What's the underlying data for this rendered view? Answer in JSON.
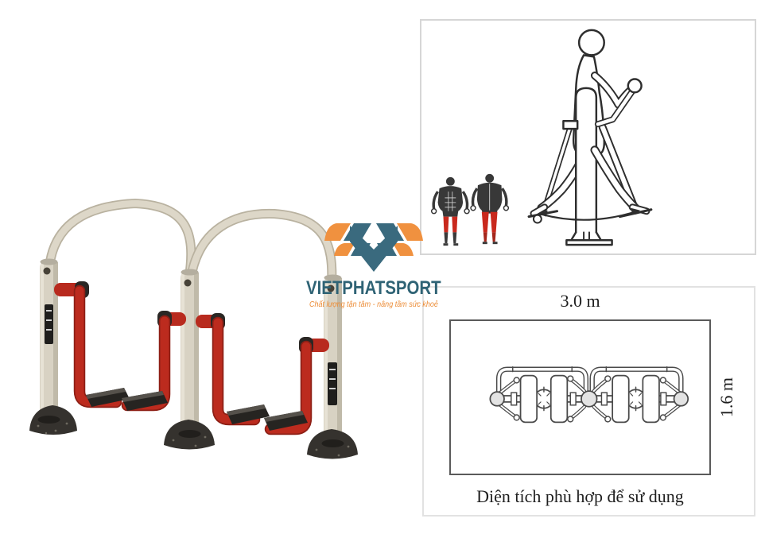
{
  "logo": {
    "brand": "VIETPHATSPORT",
    "tagline": "Chất lượng tận tâm - nâng tầm sức khoẻ",
    "brand_color": "#2f6375",
    "accent_color": "#f0913f",
    "wing_teal": "#3a6a7e"
  },
  "product_photo": {
    "colors": {
      "frame_red": "#b82a1e",
      "post_beige": "#d8d2c3",
      "base_black": "#33302c",
      "rail_beige": "#ddd7c8",
      "pedal_black": "#262421"
    }
  },
  "usage_panel": {
    "border_color": "#d6d6d6",
    "line_color": "#2e2e2e",
    "muscle_dark": "#383838",
    "muscle_highlight_color": "#c9291d"
  },
  "footprint_panel": {
    "border_color": "#e2e2e2",
    "line_color": "#4a4a4a",
    "width_label": "3.0 m",
    "height_label": "1.6 m",
    "caption": "Diện tích phù hợp để sử dụng"
  }
}
